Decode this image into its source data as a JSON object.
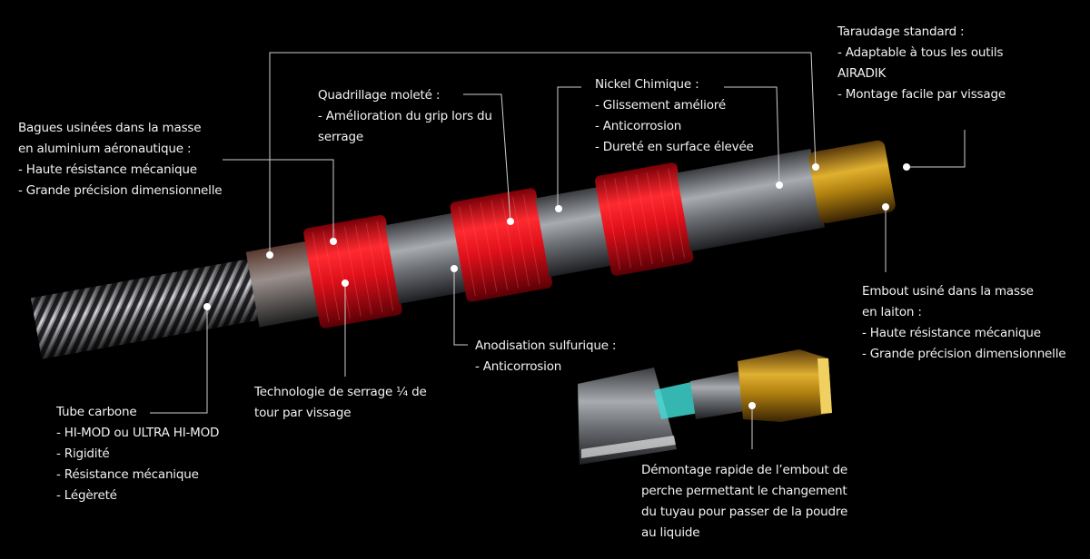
{
  "colors": {
    "background": "#000000",
    "ring_red": "#d8121c",
    "brass": "#c89a1a",
    "steel": "#8c8f94",
    "line": "#d0d0d0"
  },
  "callouts": {
    "bagues": {
      "title": "Bagues usinées dans la masse",
      "title2": " en aluminium aéronautique :",
      "items": [
        "- Haute résistance mécanique",
        "- Grande précision dimensionnelle"
      ]
    },
    "quadrillage": {
      "title": "Quadrillage moleté :",
      "items": [
        "- Amélioration du grip lors du",
        "serrage"
      ]
    },
    "nickel": {
      "title": "Nickel Chimique :",
      "items": [
        "- Glissement amélioré",
        "- Anticorrosion",
        "- Dureté en surface élevée"
      ]
    },
    "taraudage": {
      "title": "Taraudage standard :",
      "items": [
        "- Adaptable à tous les outils",
        "AIRADIK",
        "- Montage facile par vissage"
      ]
    },
    "embout": {
      "title": "Embout usiné dans la masse",
      "title2": "en laiton :",
      "items": [
        "- Haute résistance mécanique",
        "- Grande précision dimensionnelle"
      ]
    },
    "anodisation": {
      "title": "Anodisation sulfurique :",
      "items": [
        "- Anticorrosion"
      ]
    },
    "technologie": {
      "lines": [
        "Technologie de serrage ¼ de",
        "tour par vissage"
      ]
    },
    "tube": {
      "title": "Tube carbone",
      "items": [
        "- HI-MOD ou ULTRA HI-MOD",
        "- Rigidité",
        "- Résistance mécanique",
        "- Légèreté"
      ]
    },
    "demontage": {
      "lines": [
        "Démontage rapide de l’embout de",
        "perche permettant le changement",
        "du tuyau pour passer de la poudre",
        "au liquide"
      ]
    }
  }
}
